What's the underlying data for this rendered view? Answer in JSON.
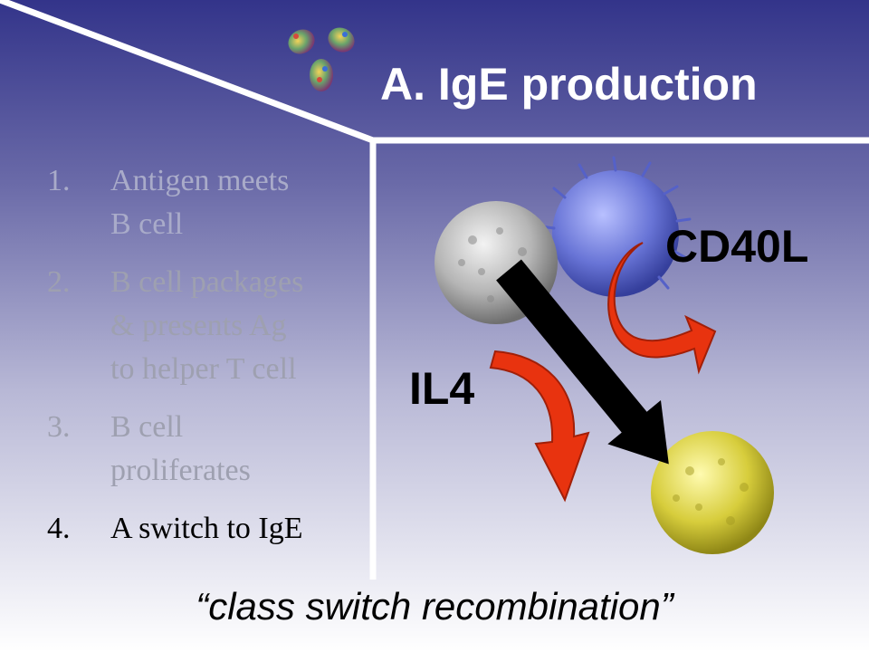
{
  "slide": {
    "title": "A. IgE production",
    "steps": [
      {
        "num": "1.",
        "text_lines": [
          "Antigen meets",
          "B cell"
        ]
      },
      {
        "num": "2.",
        "text_lines": [
          "B cell packages",
          "& presents Ag",
          "to helper T cell"
        ]
      },
      {
        "num": "3.",
        "text_lines": [
          "B cell",
          "proliferates"
        ]
      },
      {
        "num": "4.",
        "text_lines": [
          "A switch to IgE"
        ]
      }
    ],
    "labels": {
      "cd40l": "CD40L",
      "il4": "IL4"
    },
    "caption": "“class switch recombination”"
  },
  "colors": {
    "title_text": "#ffffff",
    "background_top": "#33348a",
    "background_bottom": "#ffffff",
    "frame_line": "#ffffff",
    "arrow_red": "#e8330f",
    "arrow_black": "#000000",
    "b_cell": "#bdbdbd",
    "t_cell": "#6e78d8",
    "plasma_cell": "#d4c93a"
  },
  "icons": [
    "antibody-icon",
    "b-cell-icon",
    "t-cell-icon",
    "switched-b-cell-icon",
    "black-arrow-icon",
    "red-curved-arrow-icon"
  ]
}
